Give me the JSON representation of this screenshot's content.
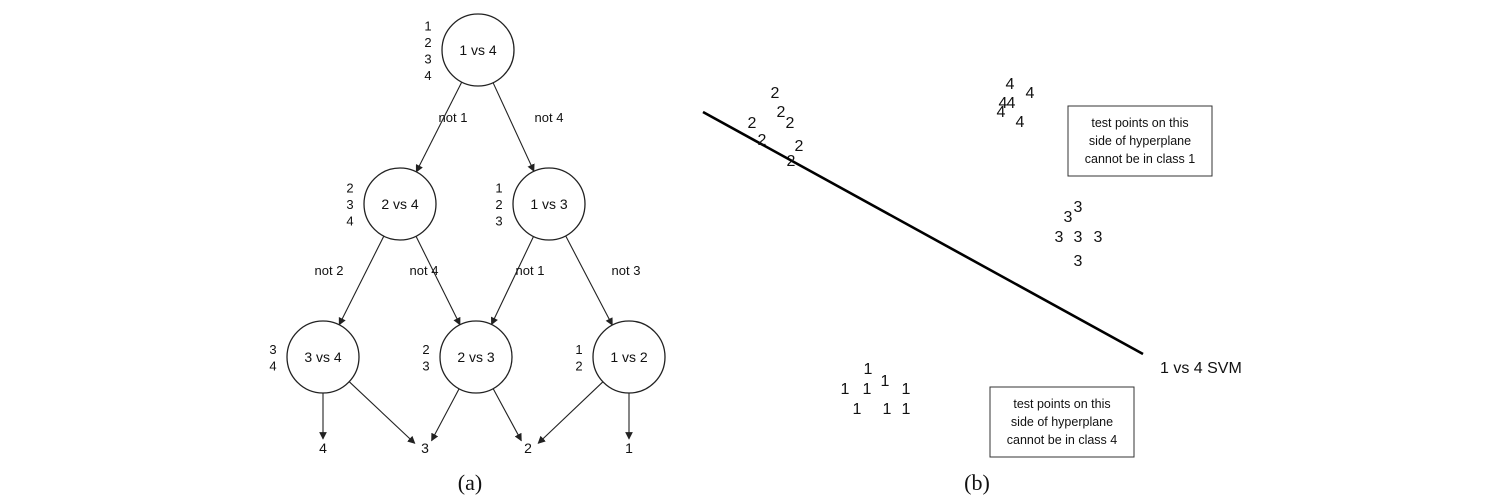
{
  "panel_a": {
    "caption": "(a)",
    "nodes": [
      {
        "id": "n14",
        "label": "1 vs 4",
        "classes": [
          "1",
          "2",
          "3",
          "4"
        ]
      },
      {
        "id": "n24",
        "label": "2 vs 4",
        "classes": [
          "2",
          "3",
          "4"
        ]
      },
      {
        "id": "n13",
        "label": "1 vs 3",
        "classes": [
          "1",
          "2",
          "3"
        ]
      },
      {
        "id": "n34",
        "label": "3 vs 4",
        "classes": [
          "3",
          "4"
        ]
      },
      {
        "id": "n23",
        "label": "2 vs 3",
        "classes": [
          "2",
          "3"
        ]
      },
      {
        "id": "n12",
        "label": "1 vs 2",
        "classes": [
          "1",
          "2"
        ]
      }
    ],
    "edges": [
      {
        "from": "n14",
        "to": "n24",
        "label": "not 1"
      },
      {
        "from": "n14",
        "to": "n13",
        "label": "not 4"
      },
      {
        "from": "n24",
        "to": "n34",
        "label": "not 2"
      },
      {
        "from": "n24",
        "to": "n23",
        "label": "not 4"
      },
      {
        "from": "n13",
        "to": "n23",
        "label": "not 1"
      },
      {
        "from": "n13",
        "to": "n12",
        "label": "not 3"
      },
      {
        "from": "n34",
        "to": "leaf4",
        "label": ""
      },
      {
        "from": "n34",
        "to": "leaf3",
        "label": ""
      },
      {
        "from": "n23",
        "to": "leaf3",
        "label": ""
      },
      {
        "from": "n23",
        "to": "leaf2",
        "label": ""
      },
      {
        "from": "n12",
        "to": "leaf2",
        "label": ""
      },
      {
        "from": "n12",
        "to": "leaf1",
        "label": ""
      }
    ],
    "leaves": [
      {
        "id": "leaf4",
        "label": "4"
      },
      {
        "id": "leaf3",
        "label": "3"
      },
      {
        "id": "leaf2",
        "label": "2"
      },
      {
        "id": "leaf1",
        "label": "1"
      }
    ]
  },
  "panel_b": {
    "caption": "(b)",
    "svm_label": "1 vs 4 SVM",
    "note_top": [
      "test points on this",
      "side of hyperplane",
      "cannot be in class 1"
    ],
    "note_bottom": [
      "test points on this",
      "side of hyperplane",
      "cannot be in class 4"
    ],
    "class_points": [
      {
        "class": "2",
        "count": 7
      },
      {
        "class": "4",
        "count": 6
      },
      {
        "class": "3",
        "count": 6
      },
      {
        "class": "1",
        "count": 8
      }
    ]
  }
}
